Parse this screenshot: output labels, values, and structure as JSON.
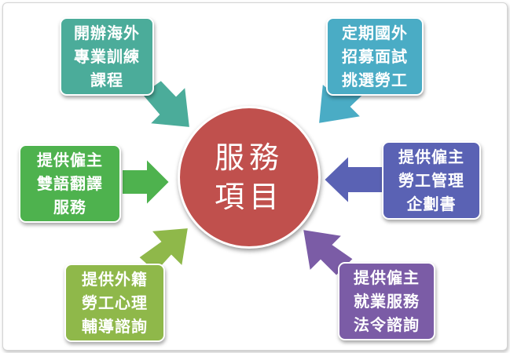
{
  "center": {
    "line1": "服務",
    "line2": "項目"
  },
  "colors": {
    "center": "#c0504d",
    "teal_left": "#4bac9a",
    "teal_right": "#4aacc5",
    "green": "#4eb24e",
    "lime": "#8fb84a",
    "indigo": "#5a62b4",
    "purple": "#7b5ca6"
  },
  "boxes": {
    "top_left": {
      "lines": [
        "開辦海外",
        "專業訓練",
        "課程"
      ]
    },
    "top_right": {
      "lines": [
        "定期國外",
        "招募面試",
        "挑選勞工"
      ]
    },
    "mid_left": {
      "lines": [
        "提供僱主",
        "雙語翻譯",
        "服務"
      ]
    },
    "mid_right": {
      "lines": [
        "提供僱主",
        "勞工管理",
        "企劃書"
      ]
    },
    "bottom_left": {
      "lines": [
        "提供外籍",
        "勞工心理",
        "輔導諮詢"
      ]
    },
    "bottom_right": {
      "lines": [
        "提供僱主",
        "就業服務",
        "法令諮詢"
      ]
    }
  }
}
